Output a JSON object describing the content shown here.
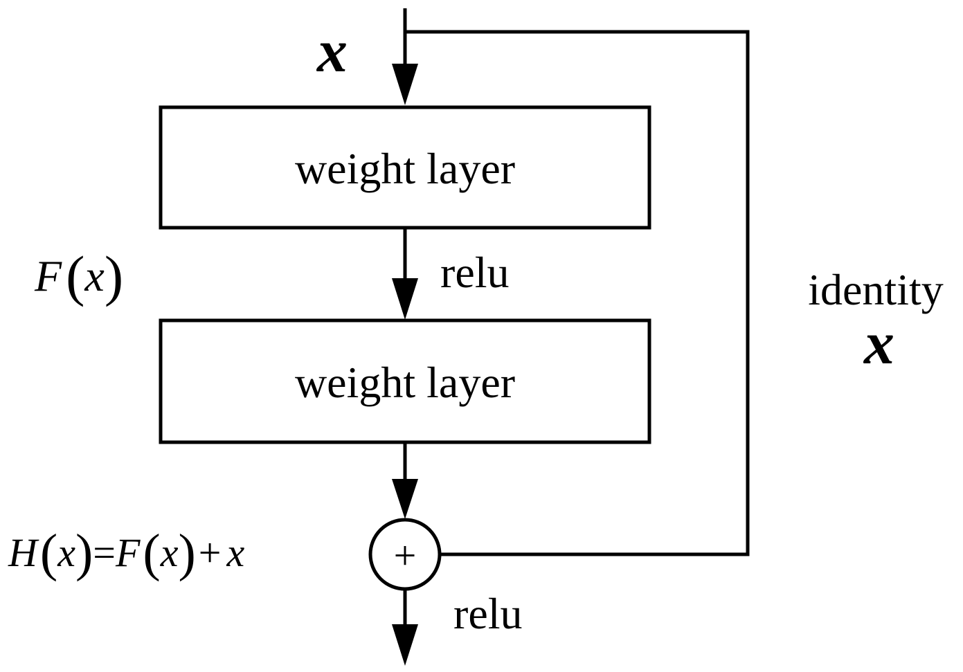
{
  "input": {
    "symbol": "x"
  },
  "layers": [
    {
      "label": "weight layer"
    },
    {
      "label": "weight layer"
    }
  ],
  "activations": {
    "middle": "relu",
    "output": "relu"
  },
  "residual": {
    "left_label": {
      "func": "F",
      "open": "(",
      "var": "x",
      "close": ")"
    },
    "output_label": {
      "lhs_func": "H",
      "lhs_open": "(",
      "lhs_var": "x",
      "lhs_close": ")",
      "equals": "=",
      "rhs_func": "F",
      "rhs_open": "(",
      "rhs_var": "x",
      "rhs_close": ")",
      "plus": "+",
      "rhs_tail": "x"
    }
  },
  "shortcut": {
    "label": "identity",
    "symbol": "x"
  },
  "sum_node": {
    "symbol": "+"
  }
}
